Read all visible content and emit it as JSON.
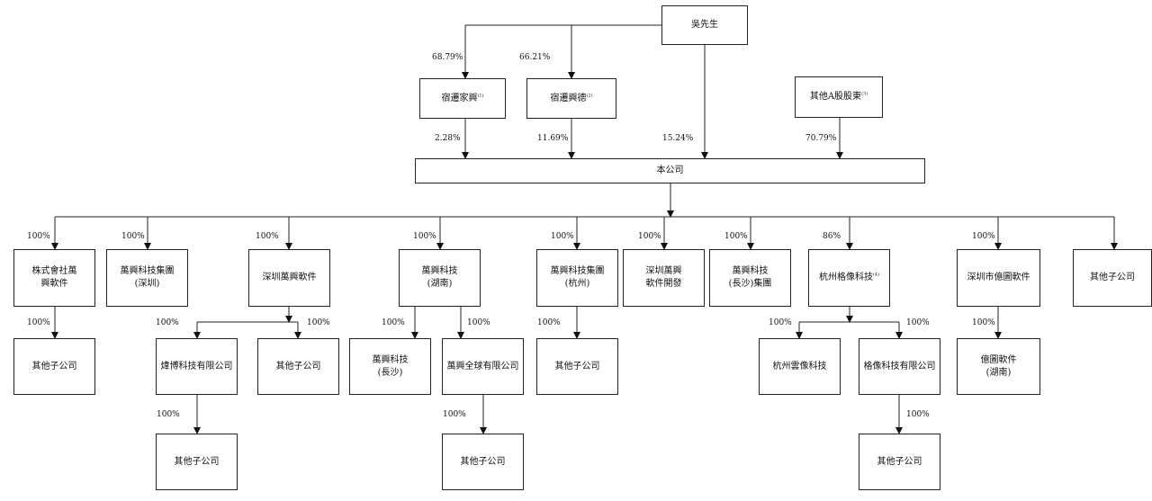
{
  "nodes": {
    "wu": {
      "text": "吳先生"
    },
    "sqjx": {
      "text": "宿遷家興",
      "note": "(1)"
    },
    "sqxd": {
      "text": "宿遷興德",
      "note": "(2)"
    },
    "other_a": {
      "text": "其他A股股東",
      "note": "(3)"
    },
    "company": {
      "text": "本公司"
    },
    "jp": {
      "text": "株式會社萬\n興軟件"
    },
    "wxsz": {
      "text": "萬興科技集團\n(深圳)"
    },
    "szwx": {
      "text": "深圳萬興軟件"
    },
    "wxhn": {
      "text": "萬興科技\n(湖南)"
    },
    "wxhz": {
      "text": "萬興科技集團\n(杭州)"
    },
    "szkf": {
      "text": "深圳萬興\n軟件開發"
    },
    "wxcs": {
      "text": "萬興科技\n(長沙)集團"
    },
    "hzgx": {
      "text": "杭州格像科技",
      "note": "(4)"
    },
    "dt": {
      "text": "深圳市億圖軟件"
    },
    "qt1": {
      "text": "其他子公司"
    },
    "jp_sub": {
      "text": "其他子公司"
    },
    "wb": {
      "text": "煒博科技有限公司"
    },
    "sz_sub": {
      "text": "其他子公司"
    },
    "cs": {
      "text": "萬興科技\n(長沙)"
    },
    "qq": {
      "text": "萬興全球有限公司"
    },
    "hz_sub": {
      "text": "其他子公司"
    },
    "yx": {
      "text": "杭州雲像科技"
    },
    "gx": {
      "text": "格像科技有限公司"
    },
    "dthn": {
      "text": "億圖軟件\n(湖南)"
    },
    "wb_sub": {
      "text": "其他子公司"
    },
    "qq_sub": {
      "text": "其他子公司"
    },
    "gx_sub": {
      "text": "其他子公司"
    }
  },
  "percentages": {
    "wu_sqjx": "68.79%",
    "wu_sqxd": "66.21%",
    "sqjx_co": "2.28%",
    "sqxd_co": "11.69%",
    "wu_co": "15.24%",
    "other_co": "70.79%",
    "co_jp": "100%",
    "co_wxsz": "100%",
    "co_szwx": "100%",
    "co_wxhn": "100%",
    "co_wxhz": "100%",
    "co_szkf": "100%",
    "co_wxcs": "100%",
    "co_hzgx": "86%",
    "co_dt": "100%",
    "jp_sub": "100%",
    "szwx_wb": "100%",
    "szwx_sub": "100%",
    "wxhn_cs": "100%",
    "wxhn_qq": "100%",
    "wxhz_sub": "100%",
    "hzgx_yx": "100%",
    "hzgx_gx": "100%",
    "dt_dthn": "100%",
    "wb_sub": "100%",
    "qq_sub": "100%",
    "gx_sub": "100%"
  }
}
